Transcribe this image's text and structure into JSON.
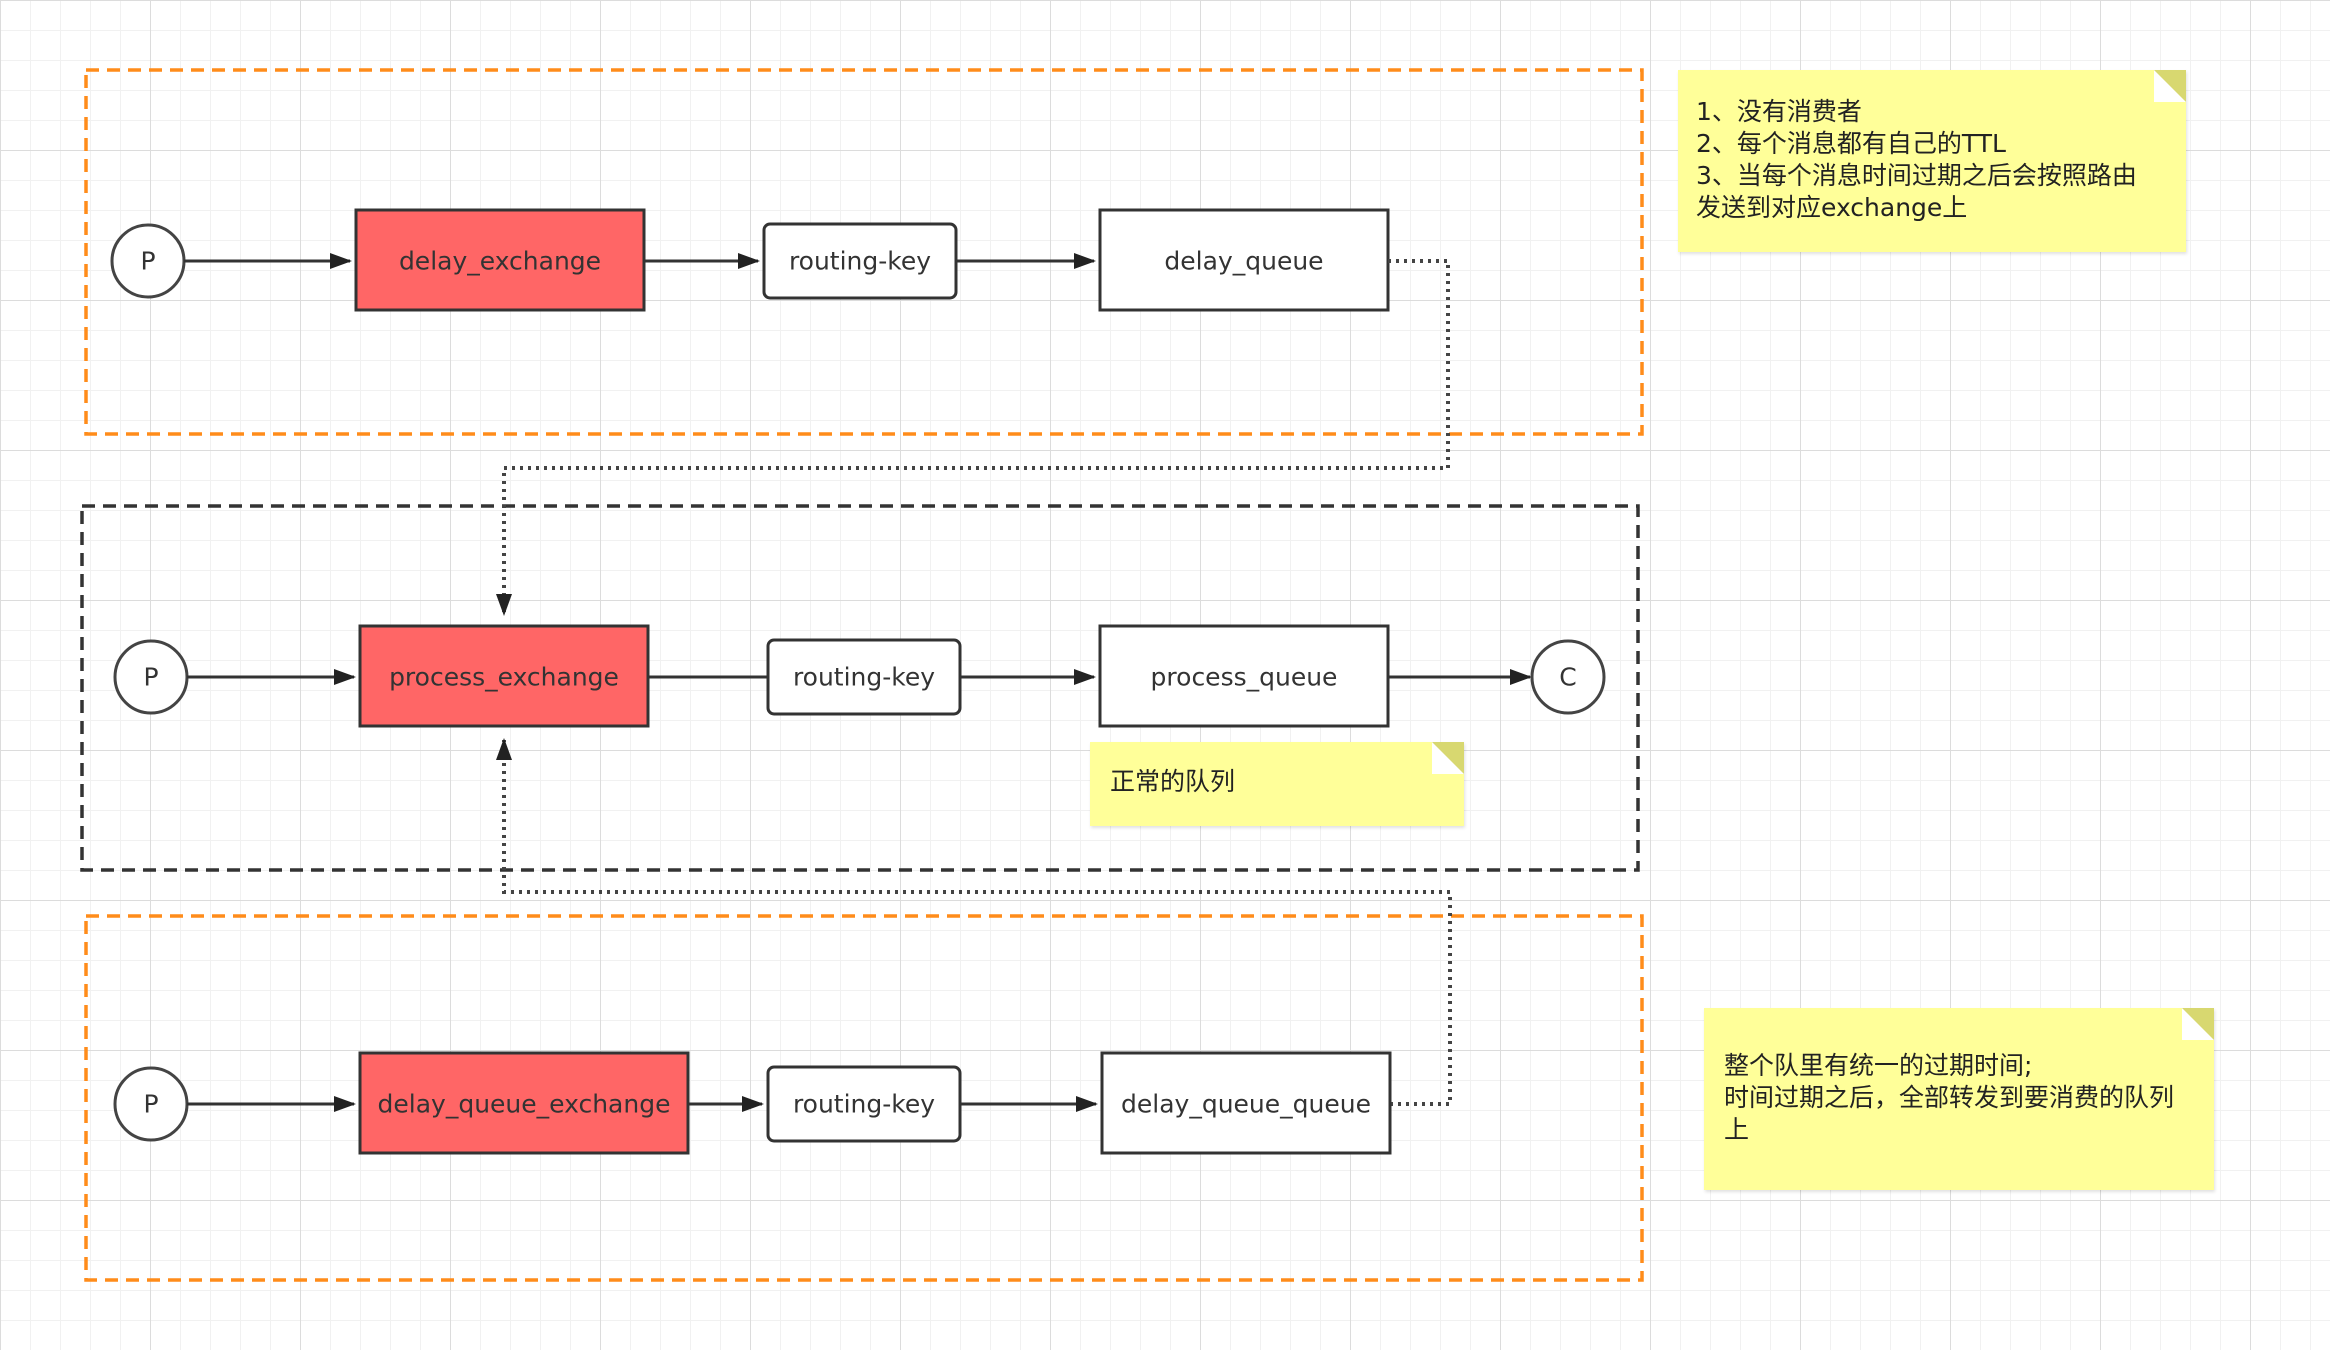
{
  "colors": {
    "exchange_fill": "#ff6666",
    "orange_dashed": "#ff8c1a",
    "black_dashed": "#333333",
    "note_fill": "#ffff99"
  },
  "rows": [
    {
      "producer": "P",
      "exchange": "delay_exchange",
      "routing_key": "routing-key",
      "queue": "delay_queue"
    },
    {
      "producer": "P",
      "exchange": "process_exchange",
      "routing_key": "routing-key",
      "queue": "process_queue",
      "consumer": "C"
    },
    {
      "producer": "P",
      "exchange": "delay_queue_exchange",
      "routing_key": "routing-key",
      "queue": "delay_queue_queue"
    }
  ],
  "notes": {
    "top_right": "1、没有消费者\n2、每个消息都有自己的TTL\n3、当每个消息时间过期之后会按照路由\n发送到对应exchange上",
    "middle": "正常的队列",
    "bottom_right": "整个队里有统一的过期时间;\n时间过期之后，全部转发到要消费的队列\n上"
  }
}
